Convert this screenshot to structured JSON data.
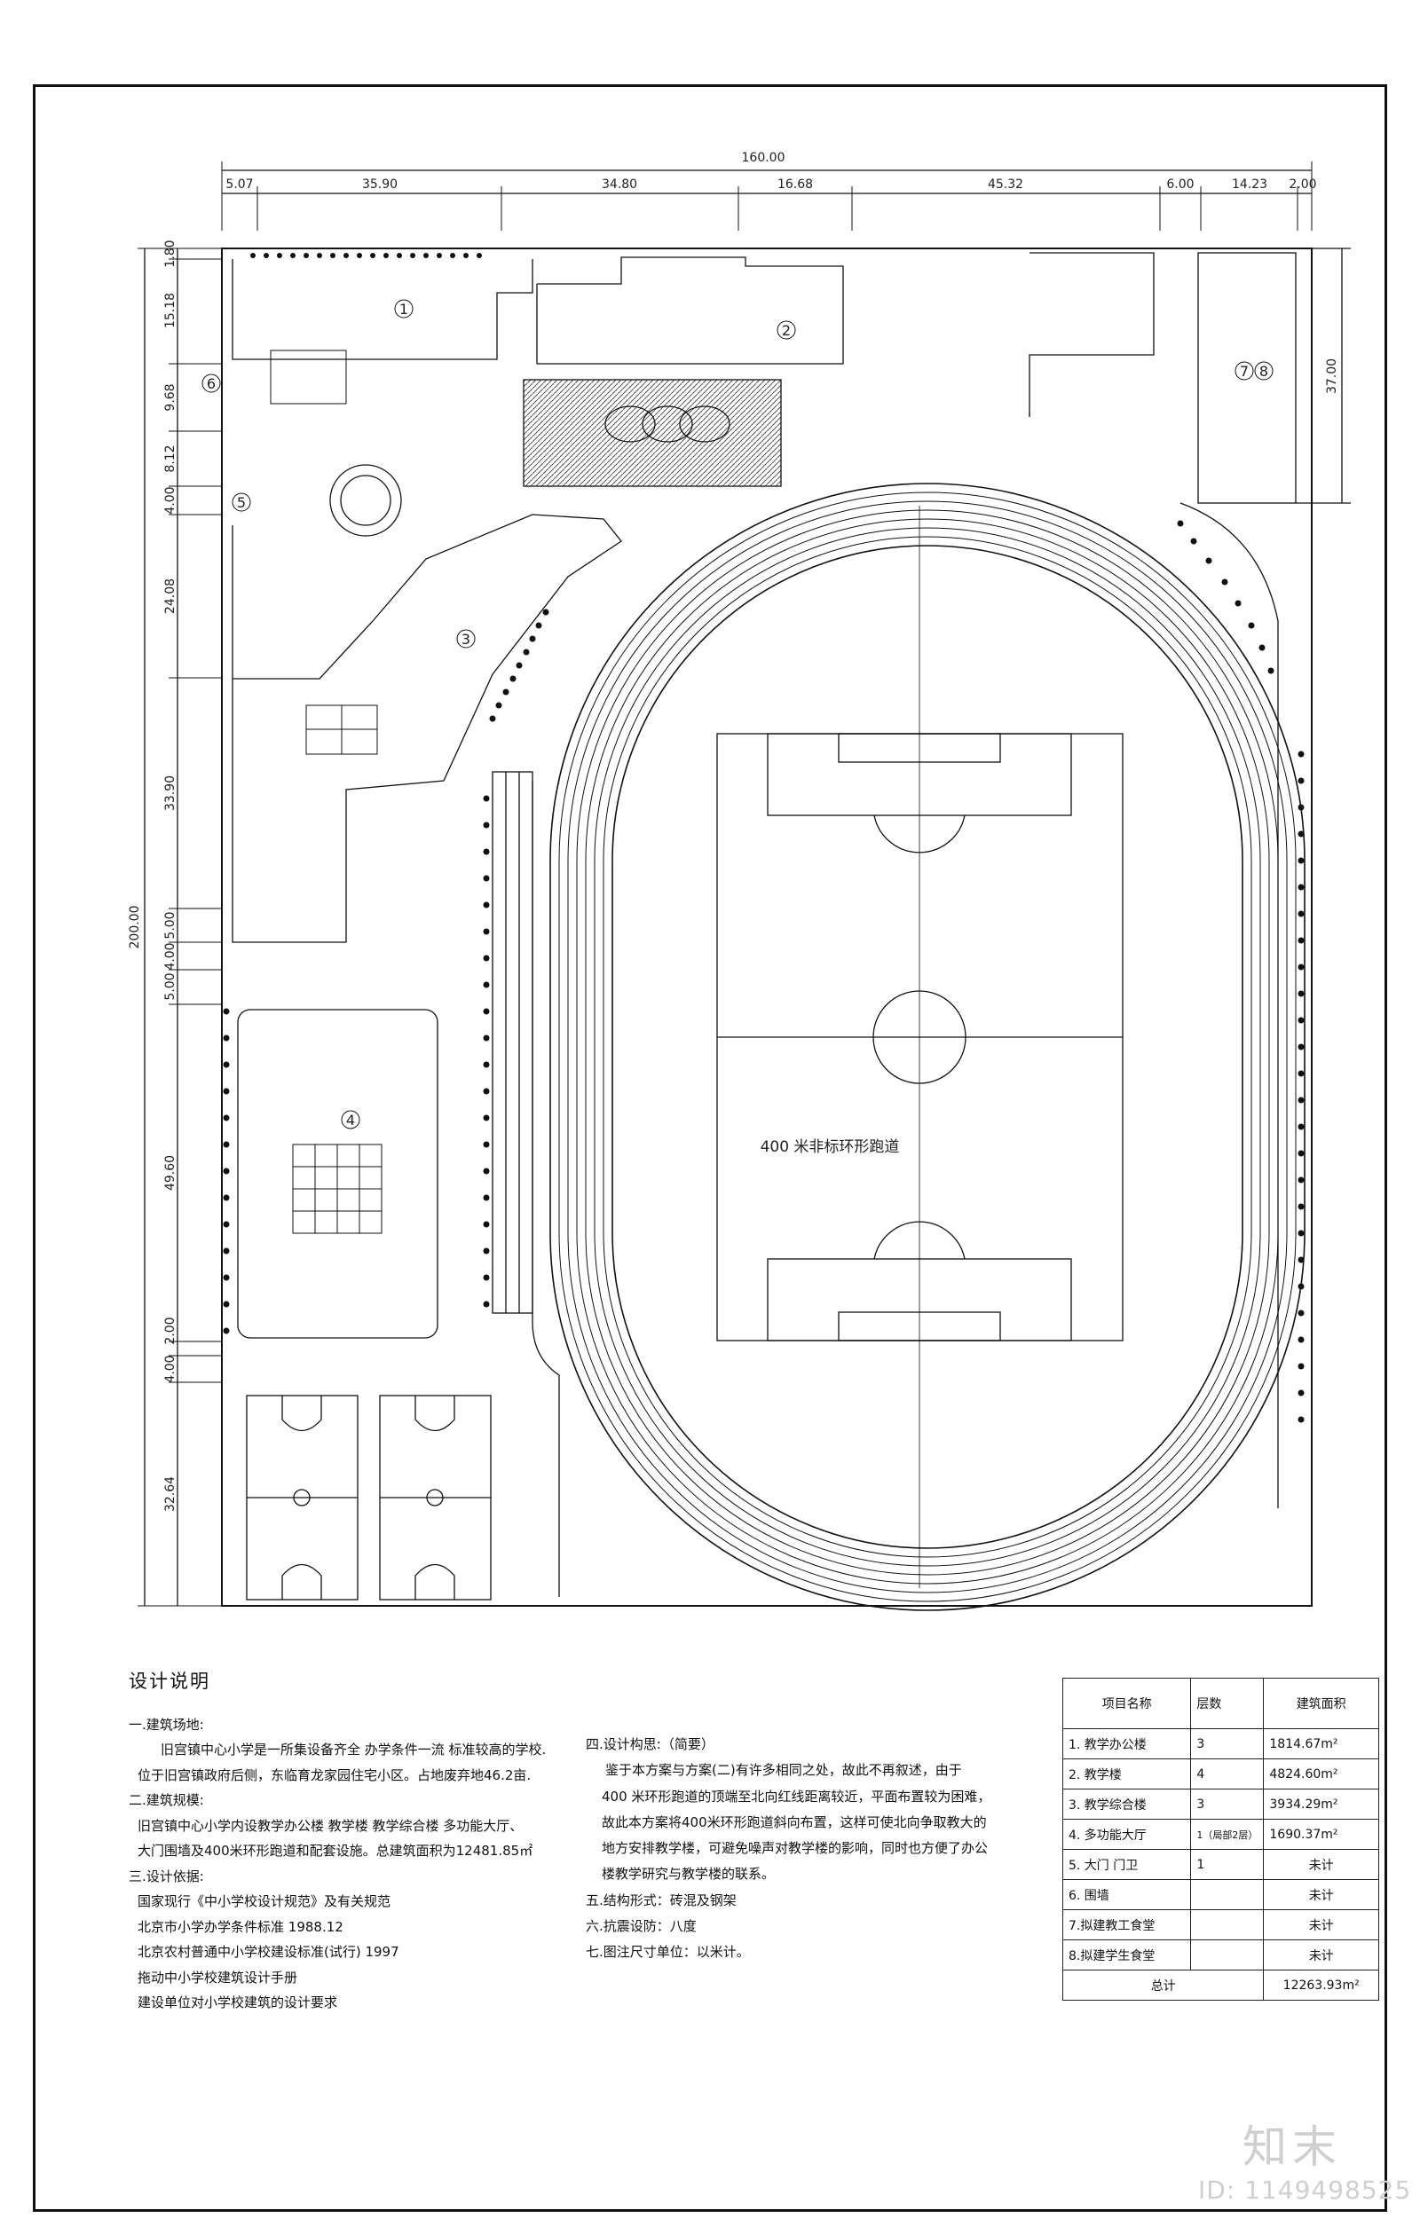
{
  "dims_top": {
    "total": "160.00",
    "segments": [
      "5.07",
      "35.90",
      "34.80",
      "16.68",
      "45.32",
      "6.00",
      "14.23",
      "2.00"
    ]
  },
  "dims_left": {
    "total": "200.00",
    "segments": [
      "1.80",
      "15.18",
      "9.68",
      "8.12",
      "4.00",
      "24.08",
      "33.90",
      "5.00",
      "4.00",
      "5.00",
      "49.60",
      "2.00",
      "4.00",
      "32.64"
    ]
  },
  "dims_right": {
    "value": "37.00"
  },
  "building_labels": [
    "1",
    "2",
    "3",
    "4",
    "5",
    "6",
    "7",
    "8"
  ],
  "track_label": "400 米非标环形跑道",
  "notes": {
    "title": "设计说明",
    "s1_head": "一.建筑场地:",
    "s1_l1": "旧宫镇中心小学是一所集设备齐全 办学条件一流 标准较高的学校.",
    "s1_l2": "位于旧宫镇政府后侧，东临育龙家园住宅小区。占地废弃地46.2亩.",
    "s2_head": "二.建筑规模:",
    "s2_l1": "旧宫镇中心小学内设教学办公楼 教学楼 教学综合楼 多功能大厅、",
    "s2_l2": "大门围墙及400米环形跑道和配套设施。总建筑面积为12481.85㎡",
    "s3_head": "三.设计依据:",
    "s3_l1": "国家现行《中小学校设计规范》及有关规范",
    "s3_l2": "北京市小学办学条件标准 1988.12",
    "s3_l3": "北京农村普通中小学校建设标准(试行) 1997",
    "s3_l4": "拖动中小学校建筑设计手册",
    "s3_l5": "建设单位对小学校建筑的设计要求",
    "s4_head": "四.设计构思:（简要）",
    "s4_l1": "鉴于本方案与方案(二)有许多相同之处，故此不再叙述，由于",
    "s4_l2": "400 米环形跑道的顶端至北向红线距离较近，平面布置较为困难，",
    "s4_l3": "故此本方案将400米环形跑道斜向布置，这样可使北向争取教大的",
    "s4_l4": "地方安排教学楼，可避免噪声对教学楼的影响，同时也方便了办公",
    "s4_l5": "楼教学研究与教学楼的联系。",
    "s5": "五.结构形式：砖混及钢架",
    "s6": "六.抗震设防：八度",
    "s7": "七.图注尺寸单位：以米计。"
  },
  "table": {
    "headers": [
      "项目名称",
      "层数",
      "建筑面积"
    ],
    "rows": [
      [
        "1.  教学办公楼",
        "3",
        "1814.67m²"
      ],
      [
        "2.  教学楼",
        "4",
        "4824.60m²"
      ],
      [
        "3.  教学综合楼",
        "3",
        "3934.29m²"
      ],
      [
        "4.  多功能大厅",
        "1（局部2层）",
        "1690.37m²"
      ],
      [
        "5.  大门 门卫",
        "1",
        "未计"
      ],
      [
        "6.  围墙",
        "",
        "未计"
      ],
      [
        "7.拟建教工食堂",
        "",
        "未计"
      ],
      [
        "8.拟建学生食堂",
        "",
        "未计"
      ]
    ],
    "total_label": "总计",
    "total_value": "12263.93m²"
  },
  "watermark": {
    "logo": "知末",
    "id": "ID: 1149498525"
  }
}
